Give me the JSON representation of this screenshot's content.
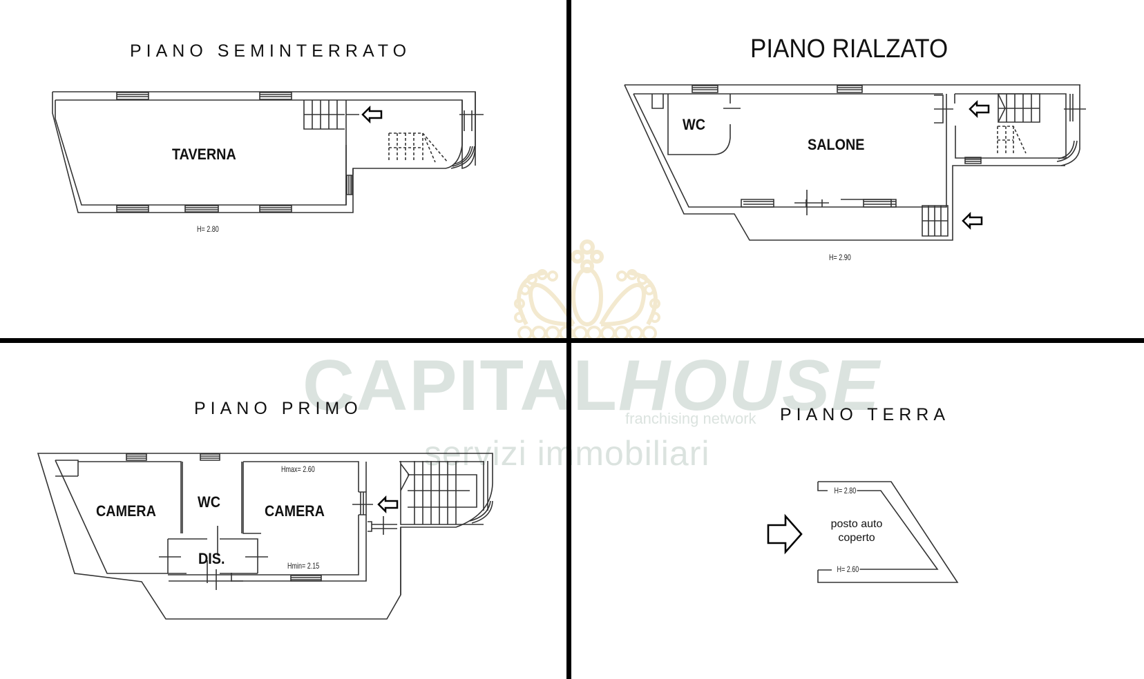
{
  "plans": [
    {
      "id": "seminterrato",
      "title": "PIANO SEMINTERRATO",
      "rooms": [
        {
          "label": "TAVERNA"
        }
      ],
      "height_label": "H= 2.80"
    },
    {
      "id": "rialzato",
      "title": "PIANO RIALZATO",
      "rooms": [
        {
          "label": "WC"
        },
        {
          "label": "SALONE"
        }
      ],
      "height_label": "H= 2.90"
    },
    {
      "id": "primo",
      "title": "PIANO PRIMO",
      "rooms": [
        {
          "label": "CAMERA"
        },
        {
          "label": "WC"
        },
        {
          "label": "CAMERA"
        },
        {
          "label": "DIS."
        }
      ],
      "height_labels": {
        "max": "Hmax= 2.60",
        "min": "Hmin= 2.15"
      }
    },
    {
      "id": "terra",
      "title": "PIANO TERRA",
      "rooms": [
        {
          "label": "posto auto",
          "label2": "coperto"
        }
      ],
      "height_labels": {
        "top": "H= 2.80",
        "bottom": "H= 2.60"
      }
    }
  ],
  "watermark": {
    "brand_left": "CAPITAL",
    "brand_right": "HOUSE",
    "tagline": "franchising network",
    "subtitle": "servizi immobiliari",
    "logo": "crown-icon",
    "colors": {
      "text": "#dbe3df",
      "crown": "#f3e9cf"
    }
  },
  "colors": {
    "lines": "#333333",
    "dividers": "#000000",
    "background": "#ffffff"
  }
}
